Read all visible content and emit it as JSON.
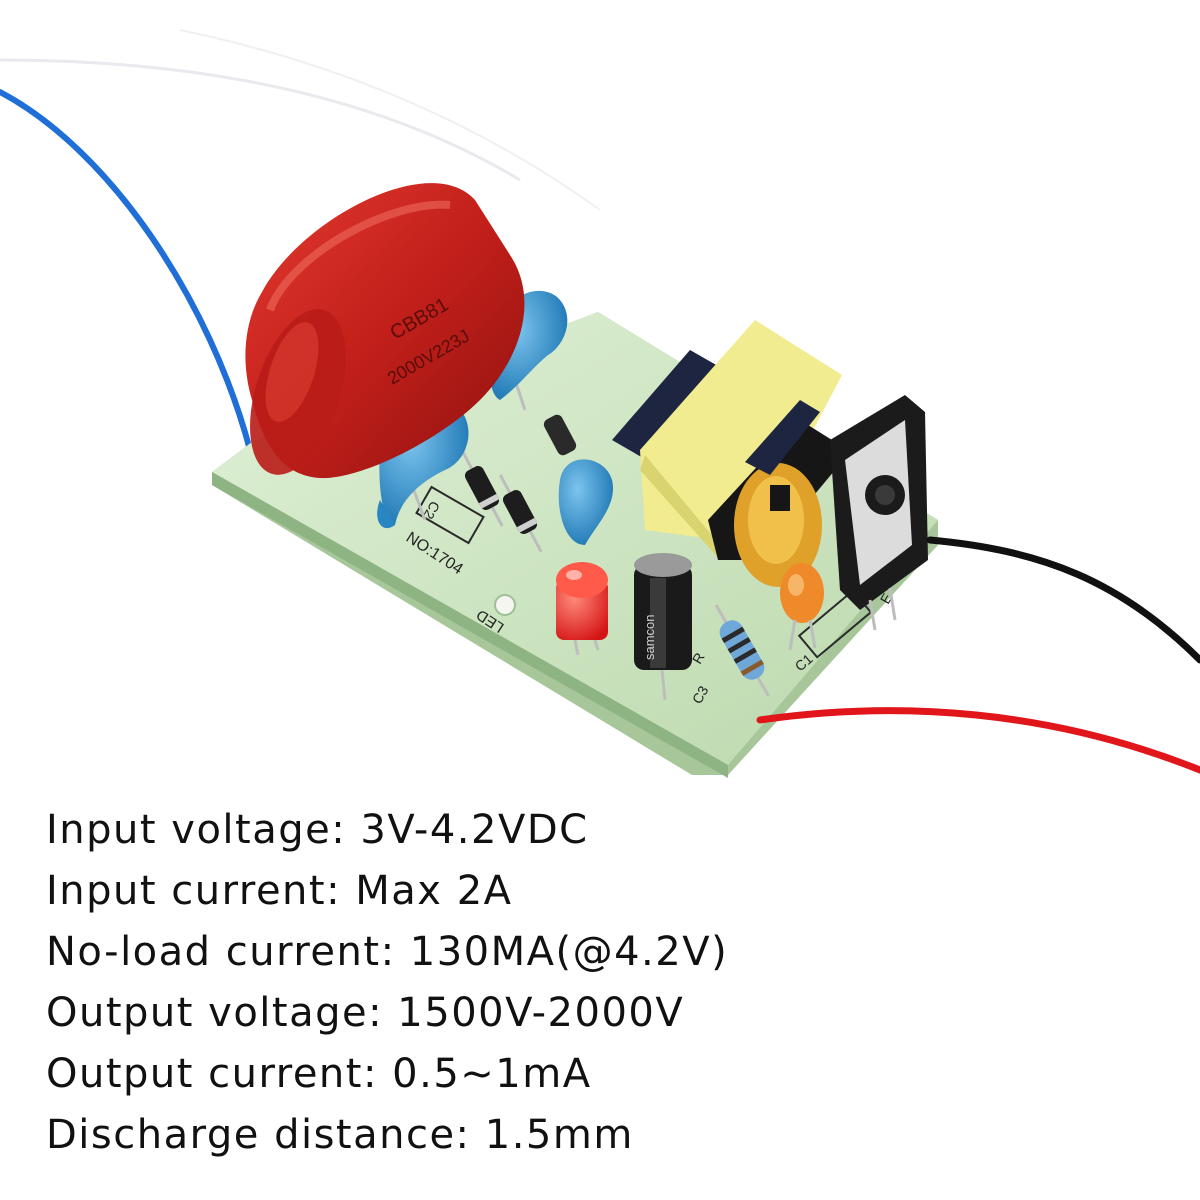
{
  "product": {
    "capacitor_label_line1": "CBB81",
    "capacitor_label_line2": "2000V223J",
    "board_number": "NO:1704",
    "board_led_label": "LED",
    "electrolytic_brand": "samcon",
    "silkscreen": {
      "c2": "C2",
      "c3": "C3",
      "c1": "C1",
      "r": "R",
      "e": "E"
    }
  },
  "specs": [
    "Input voltage: 3V-4.2VDC",
    "Input current: Max 2A",
    "No-load current: 130MA(@4.2V)",
    "Output voltage: 1500V-2000V",
    "Output current: 0.5~1mA",
    "Discharge distance: 1.5mm"
  ],
  "colors": {
    "pcb": "#cfe6c4",
    "capacitor_red": "#c21f1a",
    "ceramic_blue": "#2f8fc8",
    "transformer_yellow": "#f1ec8f",
    "wire_blue": "#1f6fd6",
    "wire_red": "#e0161b",
    "wire_black": "#111111"
  }
}
